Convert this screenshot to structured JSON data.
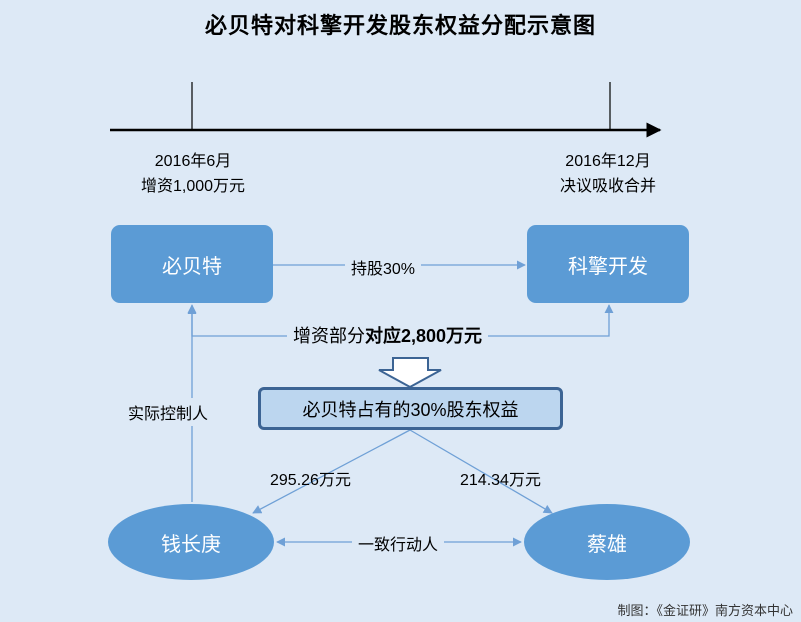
{
  "title": "必贝特对科擎开发股东权益分配示意图",
  "timeline": {
    "left_date": "2016年6月",
    "left_event": "增资1,000万元",
    "right_date": "2016年12月",
    "right_event": "决议吸收合并"
  },
  "nodes": {
    "bibeite": "必贝特",
    "keqing": "科擎开发",
    "qian": "钱长庚",
    "cai": "蔡雄",
    "highlight": "必贝特占有的30%股东权益"
  },
  "edges": {
    "holding": "持股30%",
    "increase_prefix": "增资部分",
    "increase_bold": "对应2,800万元",
    "controller": "实际控制人",
    "qian_value": "295.26万元",
    "cai_value": "214.34万元",
    "concert": "一致行动人"
  },
  "credit": "制图：《金证研》南方资本中心",
  "colors": {
    "background": "#dde9f6",
    "node_fill": "#5b9bd5",
    "connector": "#6fa0d6",
    "highlight_fill": "#bcd6ef",
    "highlight_border": "#3c6494"
  }
}
